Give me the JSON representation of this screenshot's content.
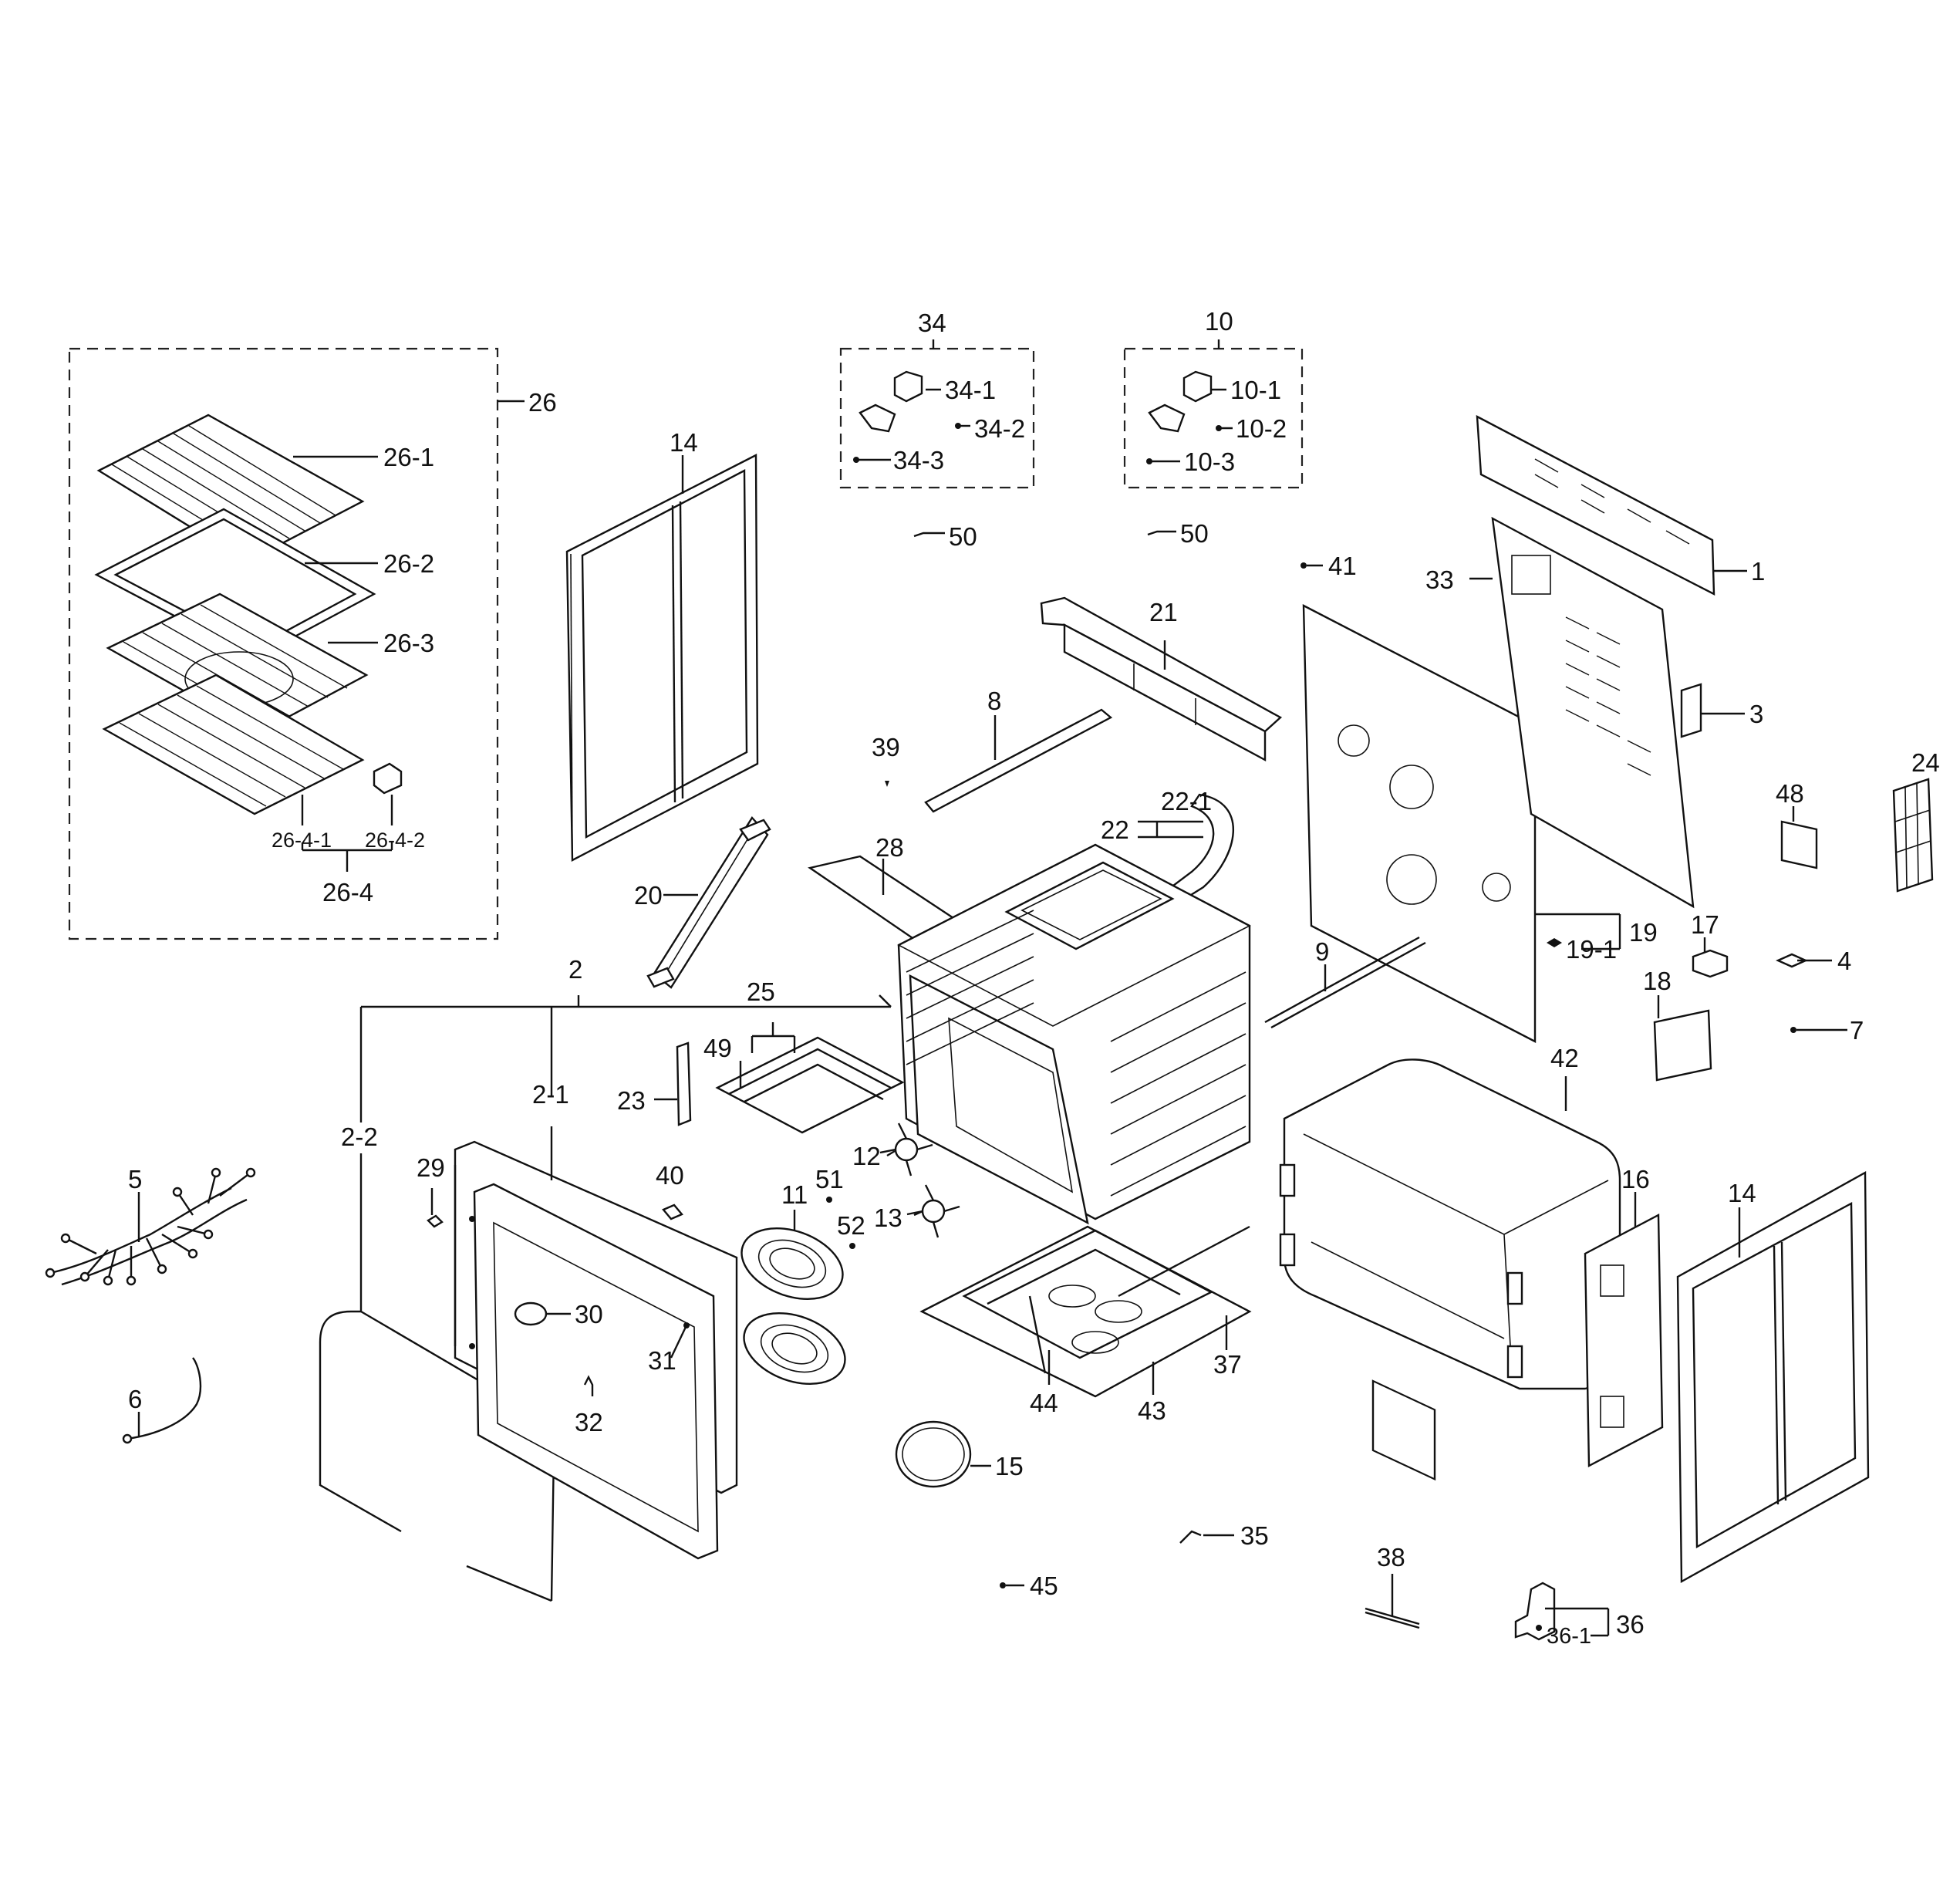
{
  "diagram": {
    "type": "exploded-parts-diagram",
    "labels": {
      "l1": "1",
      "l2": "2",
      "l2_1": "2-1",
      "l2_2": "2-2",
      "l3": "3",
      "l4": "4",
      "l5": "5",
      "l6": "6",
      "l7": "7",
      "l8": "8",
      "l9": "9",
      "l10": "10",
      "l10_1": "10-1",
      "l10_2": "10-2",
      "l10_3": "10-3",
      "l11": "11",
      "l12": "12",
      "l13": "13",
      "l14_left": "14",
      "l14_right": "14",
      "l15": "15",
      "l16": "16",
      "l17": "17",
      "l18": "18",
      "l19": "19",
      "l19_1": "19-1",
      "l20": "20",
      "l21": "21",
      "l22": "22",
      "l22_1": "22-1",
      "l23": "23",
      "l24": "24",
      "l25": "25",
      "l26": "26",
      "l26_1": "26-1",
      "l26_2": "26-2",
      "l26_3": "26-3",
      "l26_4": "26-4",
      "l26_4_1": "26-4-1",
      "l26_4_2": "26-4-2",
      "l28": "28",
      "l29": "29",
      "l30": "30",
      "l31": "31",
      "l32": "32",
      "l33": "33",
      "l34": "34",
      "l34_1": "34-1",
      "l34_2": "34-2",
      "l34_3": "34-3",
      "l35": "35",
      "l36": "36",
      "l36_1": "36-1",
      "l37": "37",
      "l38": "38",
      "l39": "39",
      "l40": "40",
      "l41": "41",
      "l42": "42",
      "l43": "43",
      "l44": "44",
      "l45": "45",
      "l48": "48",
      "l49": "49",
      "l50_left": "50",
      "l50_right": "50",
      "l51": "51",
      "l52": "52"
    }
  }
}
